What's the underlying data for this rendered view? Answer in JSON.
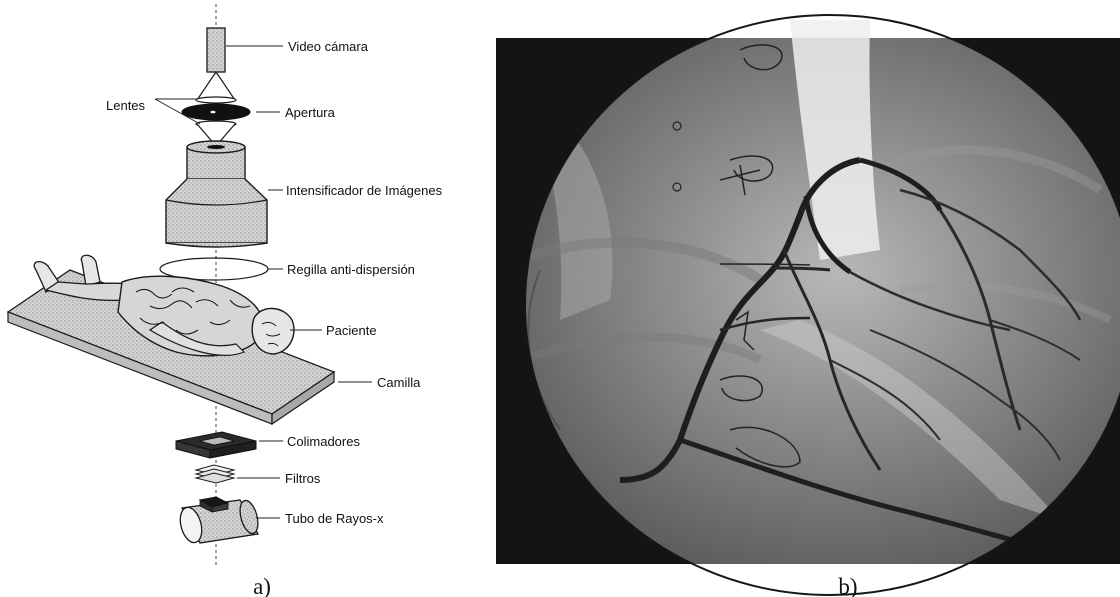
{
  "diagram_a": {
    "labels": {
      "video_camera": "Video cámara",
      "lenses": "Lentes",
      "aperture": "Apertura",
      "image_intensifier": "Intensificador de Imágenes",
      "anti_scatter_grid": "Regilla anti-dispersión",
      "patient": "Paciente",
      "table": "Camilla",
      "collimators": "Colimadores",
      "filters": "Filtros",
      "xray_tube": "Tubo de Rayos-x"
    },
    "caption": "a)"
  },
  "panel_b": {
    "caption": "b)",
    "image_description_icon": "angiography-xray-icon"
  },
  "colors": {
    "line": "#222222",
    "component_fill": "#c9c9c9",
    "xray_background": "#141414",
    "xray_field": "#8a8a8a"
  }
}
